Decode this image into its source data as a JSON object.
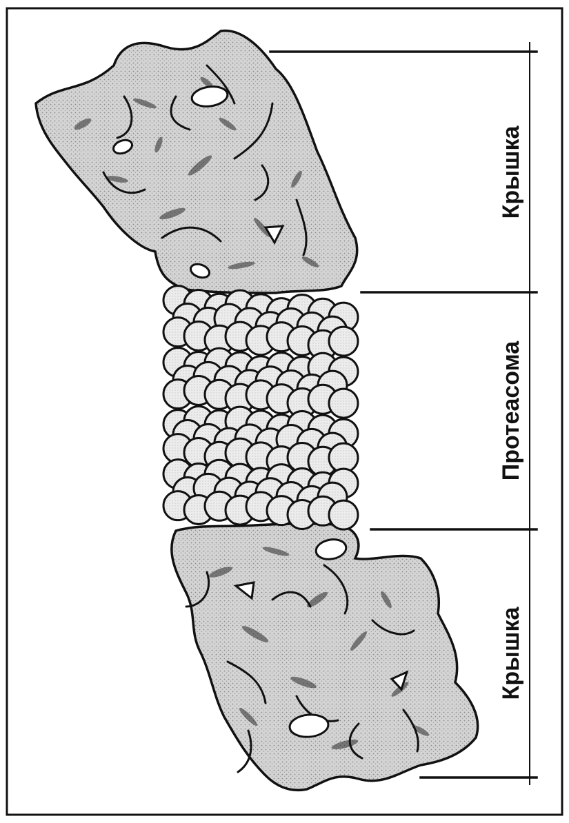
{
  "labels": {
    "top_cap": "Крышка",
    "core": "Протеасома",
    "bottom_cap": "Крышка"
  },
  "colors": {
    "ink": "#111111",
    "cap_fill": "#cfcfcf",
    "sphere_fill": "#e6e6e6",
    "background": "#ffffff"
  }
}
